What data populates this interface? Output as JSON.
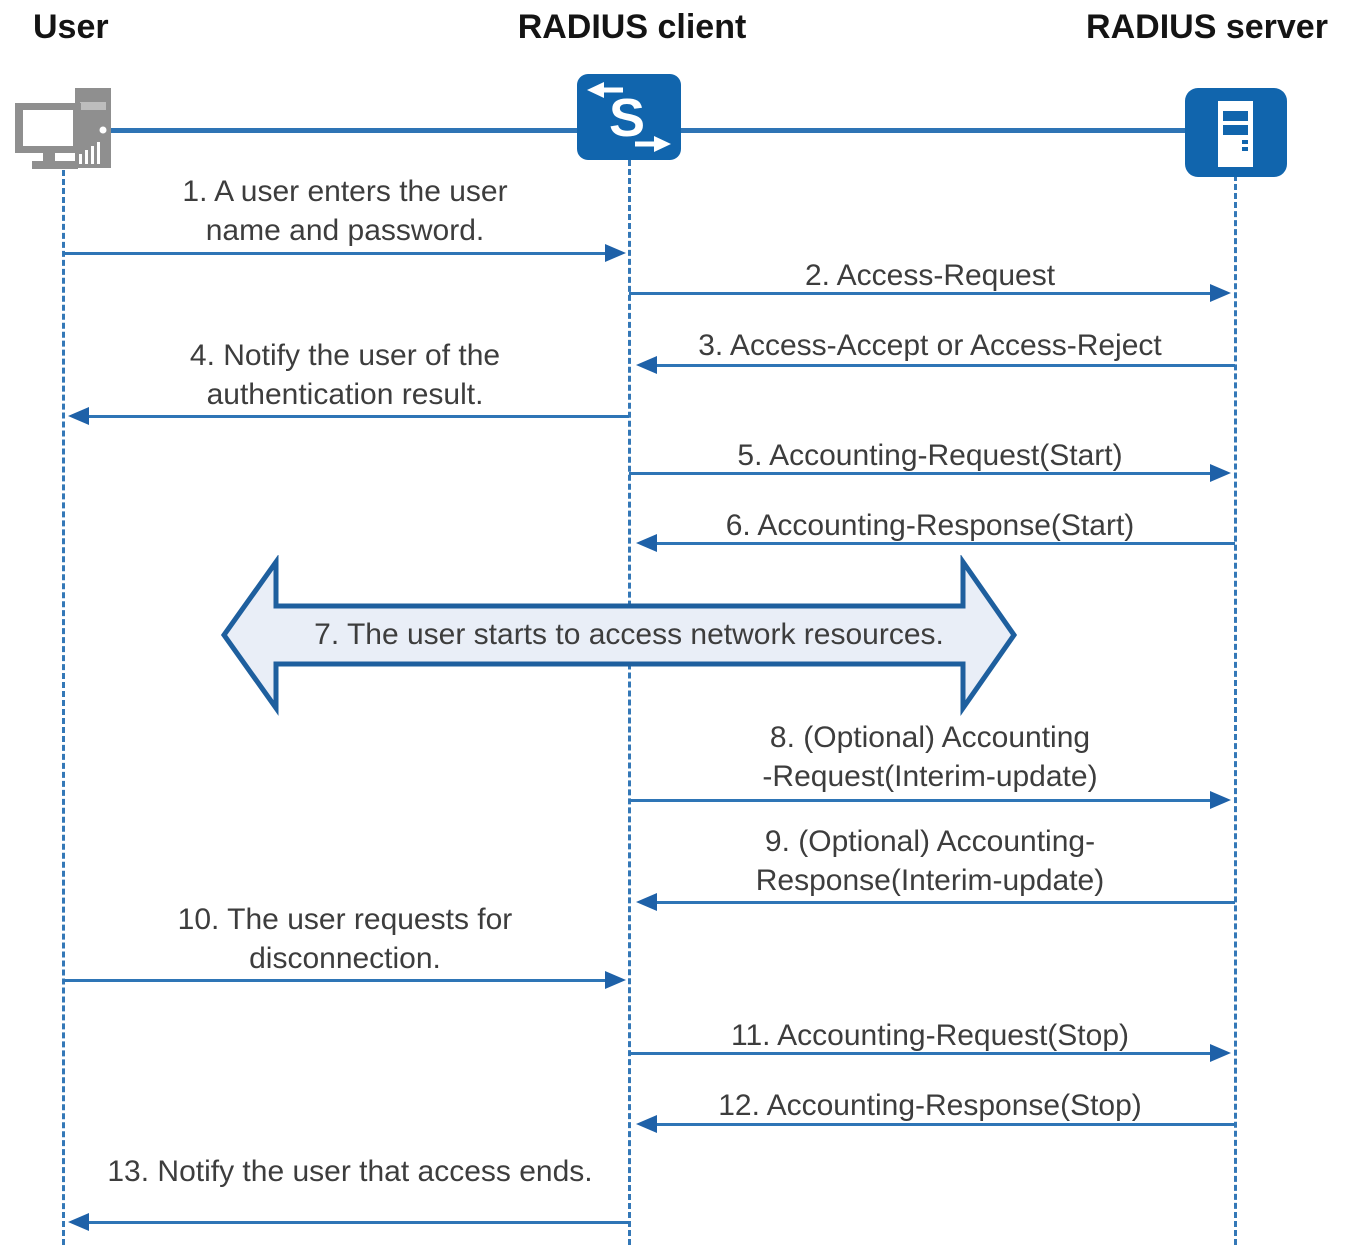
{
  "actors": {
    "user": {
      "label": "User"
    },
    "client": {
      "label": "RADIUS client",
      "letter": "S"
    },
    "server": {
      "label": "RADIUS server"
    }
  },
  "messages": [
    {
      "n": 1,
      "lines": [
        "1. A user enters the user",
        "name and password."
      ],
      "from": "User",
      "to": "RADIUS client",
      "direction": "right"
    },
    {
      "n": 2,
      "lines": [
        "2. Access-Request"
      ],
      "from": "RADIUS client",
      "to": "RADIUS server",
      "direction": "right"
    },
    {
      "n": 3,
      "lines": [
        "3. Access-Accept or Access-Reject"
      ],
      "from": "RADIUS server",
      "to": "RADIUS client",
      "direction": "left"
    },
    {
      "n": 4,
      "lines": [
        "4. Notify the user of the",
        "authentication result."
      ],
      "from": "RADIUS client",
      "to": "User",
      "direction": "left"
    },
    {
      "n": 5,
      "lines": [
        "5. Accounting-Request(Start)"
      ],
      "from": "RADIUS client",
      "to": "RADIUS server",
      "direction": "right"
    },
    {
      "n": 6,
      "lines": [
        "6. Accounting-Response(Start)"
      ],
      "from": "RADIUS server",
      "to": "RADIUS client",
      "direction": "left"
    },
    {
      "n": 7,
      "lines": [
        "7. The user starts to access network resources."
      ],
      "from": "User",
      "to": "RADIUS server",
      "direction": "both"
    },
    {
      "n": 8,
      "lines": [
        "8. (Optional) Accounting",
        "-Request(Interim-update)"
      ],
      "from": "RADIUS client",
      "to": "RADIUS server",
      "direction": "right"
    },
    {
      "n": 9,
      "lines": [
        "9. (Optional) Accounting-",
        "Response(Interim-update)"
      ],
      "from": "RADIUS server",
      "to": "RADIUS client",
      "direction": "left"
    },
    {
      "n": 10,
      "lines": [
        "10. The user requests for",
        "disconnection."
      ],
      "from": "User",
      "to": "RADIUS client",
      "direction": "right"
    },
    {
      "n": 11,
      "lines": [
        "11. Accounting-Request(Stop)"
      ],
      "from": "RADIUS client",
      "to": "RADIUS server",
      "direction": "right"
    },
    {
      "n": 12,
      "lines": [
        "12. Accounting-Response(Stop)"
      ],
      "from": "RADIUS server",
      "to": "RADIUS client",
      "direction": "left"
    },
    {
      "n": 13,
      "lines": [
        "13. Notify the user that access ends."
      ],
      "from": "RADIUS client",
      "to": "User",
      "direction": "left"
    }
  ],
  "colors": {
    "icon_blue": "#1165ad",
    "line_blue": "#2e75b6",
    "arrowhead_blue": "#1e61a8",
    "banner_fill": "#e9eef7",
    "banner_border": "#1e5f9e",
    "message_text": "#3d3d3d",
    "computer_gray": "#8f8f8f"
  }
}
